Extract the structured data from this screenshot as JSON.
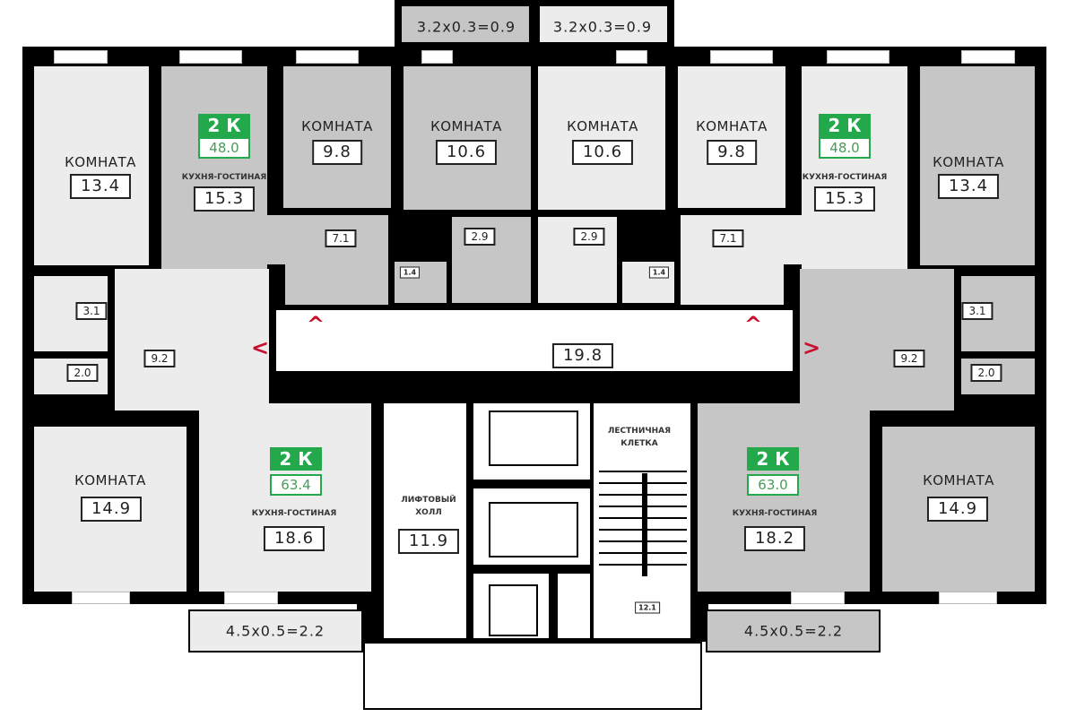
{
  "labels": {
    "room": "КОМНАТА",
    "kitchen": "КУХНЯ-ГОСТИНАЯ"
  },
  "apartments": [
    {
      "badge": "2 К",
      "area": "48.0",
      "kitchen": "15.3",
      "room_a": "9.8",
      "room_b": "10.6",
      "hall": "7.1",
      "bath": "2.9",
      "wc": "1.4",
      "balcony": "3.2x0.3=0.9"
    },
    {
      "badge": "2 К",
      "area": "63.4",
      "room_a": "13.4",
      "room_b": "14.9",
      "kitchen": "18.6",
      "hall": "9.2",
      "bath": "3.1",
      "wc": "2.0",
      "balcony": "4.5x0.5=2.2"
    },
    {
      "badge": "2 К",
      "area": "48.0",
      "kitchen": "15.3",
      "room_a": "9.8",
      "room_b": "10.6",
      "hall": "7.1",
      "bath": "2.9",
      "wc": "1.4",
      "balcony": "3.2x0.3=0.9"
    },
    {
      "badge": "2 К",
      "area": "63.0",
      "room_a": "13.4",
      "room_b": "14.9",
      "kitchen": "18.2",
      "hall": "9.2",
      "bath": "3.1",
      "wc": "2.0",
      "balcony": "4.5x0.5=2.2"
    }
  ],
  "common": {
    "corridor_area": "19.8",
    "lift_hall_label_1": "ЛИФТОВЫЙ",
    "lift_hall_label_2": "ХОЛЛ",
    "lift_hall_area": "11.9",
    "stair_label_1": "ЛЕСТНИЧНАЯ",
    "stair_label_2": "КЛЕТКА",
    "stair_area": "12.1"
  },
  "entrance_arrows": [
    "<",
    "^",
    "^",
    ">"
  ],
  "colors": {
    "gray_apartment": "#c6c6c6",
    "light_apartment": "#ececec",
    "badge": "#23a94b",
    "arrow": "#c8102e"
  }
}
